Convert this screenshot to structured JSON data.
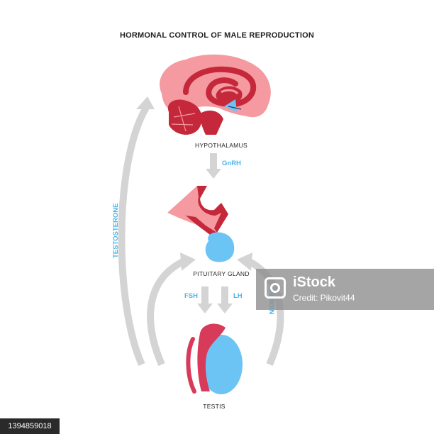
{
  "title": "HORMONAL CONTROL OF MALE REPRODUCTION",
  "labels": {
    "hypothalamus": "HYPOTHALAMUS",
    "pituitary": "PITUITARY GLAND",
    "testis": "TESTIS"
  },
  "hormones": {
    "gnrh": "GnRH",
    "fsh": "FSH",
    "lh": "LH",
    "testosterone": "TESTOSTERONE",
    "inhibin": "INHIBIN"
  },
  "colors": {
    "arrow": "#d4d4d4",
    "hormone_text": "#4ab6ec",
    "brain_pink": "#f59aa0",
    "brain_dark": "#c4283a",
    "gland_blue": "#6cc4f5"
  },
  "watermark": {
    "brand": "iStock",
    "credit": "Credit: Pikovit44"
  },
  "stock_id": "1394859018"
}
